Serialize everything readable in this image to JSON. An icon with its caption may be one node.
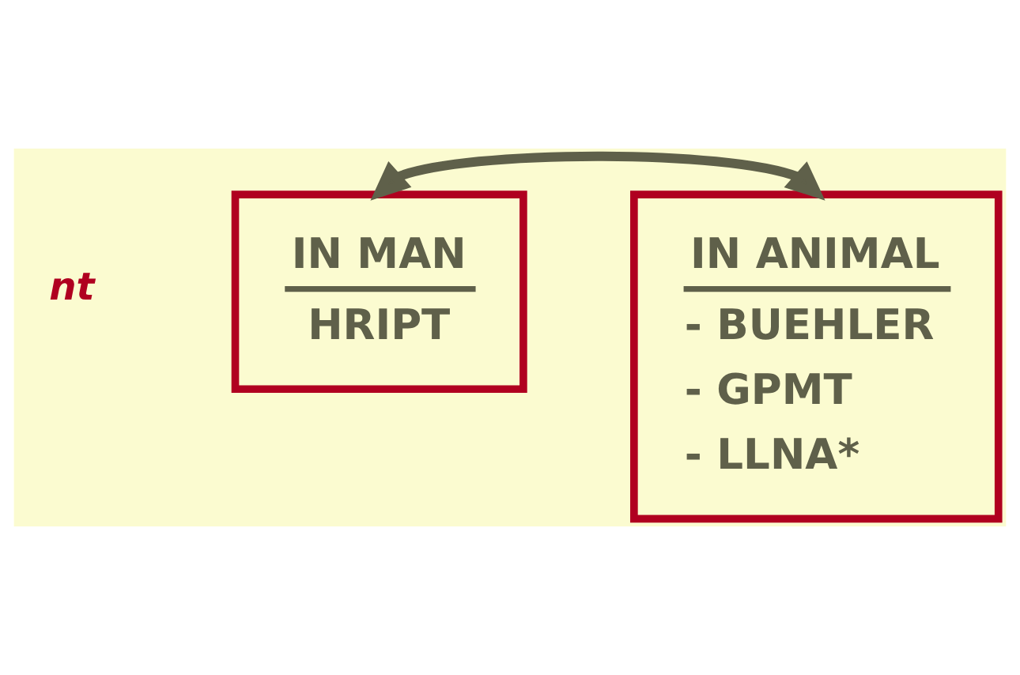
{
  "diagram": {
    "nodes": [
      {
        "text": [
          "IN MAN",
          "HRIPT"
        ]
      },
      {
        "text": [
          "IN ANIMAL",
          "- BUEHLER",
          "- GPMT",
          "- LLNA*"
        ]
      }
    ],
    "edges": [
      {
        "from": 0,
        "to": 1,
        "arrow": "both"
      }
    ],
    "labels": [
      "nt"
    ]
  }
}
